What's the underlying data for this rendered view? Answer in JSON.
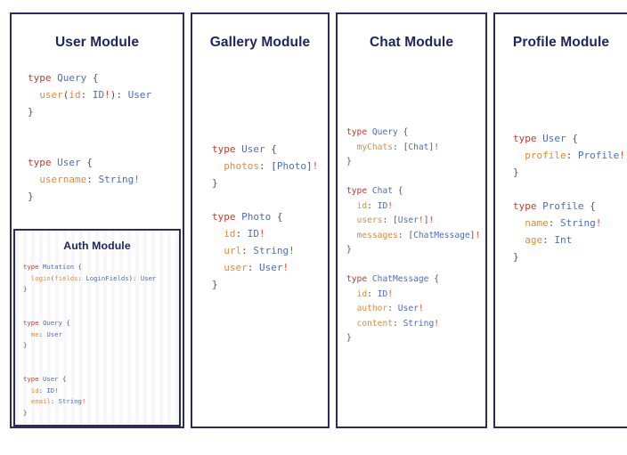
{
  "board": {
    "background": "#ffffff",
    "border_color": "#2b2b5e",
    "title_color": "#1f2560"
  },
  "palette": {
    "keyword": "#c0392b",
    "type_name": "#4a6cc0",
    "field_name": "#e08b3e",
    "punctuation": "#555555",
    "non_null_bang": "#e0452b"
  },
  "modules": [
    {
      "id": "user",
      "title": "User Module",
      "code_lines": [
        [
          [
            "type ",
            "kw"
          ],
          [
            "Query",
            "type"
          ],
          [
            " {",
            "punct"
          ]
        ],
        [
          [
            "  ",
            "punct"
          ],
          [
            "user",
            "field"
          ],
          [
            "(",
            "punct"
          ],
          [
            "id",
            "field"
          ],
          [
            ": ",
            "punct"
          ],
          [
            "ID",
            "type"
          ],
          [
            "!",
            "bang"
          ],
          [
            "): ",
            "punct"
          ],
          [
            "User",
            "type"
          ]
        ],
        [
          [
            "}",
            "punct"
          ]
        ],
        [
          [
            "",
            "punct"
          ]
        ],
        [
          [
            "",
            "punct"
          ]
        ],
        [
          [
            "type ",
            "kw"
          ],
          [
            "User",
            "type"
          ],
          [
            " {",
            "punct"
          ]
        ],
        [
          [
            "  ",
            "punct"
          ],
          [
            "username",
            "field"
          ],
          [
            ": ",
            "punct"
          ],
          [
            "String",
            "type"
          ],
          [
            "!",
            "bang"
          ]
        ],
        [
          [
            "}",
            "punct"
          ]
        ]
      ],
      "nested": {
        "id": "auth",
        "title": "Auth Module",
        "code_lines": [
          [
            [
              "type ",
              "kw"
            ],
            [
              "Mutation",
              "type"
            ],
            [
              " {",
              "punct"
            ]
          ],
          [
            [
              "  ",
              "punct"
            ],
            [
              "login",
              "field"
            ],
            [
              "(",
              "punct"
            ],
            [
              "fields",
              "field"
            ],
            [
              ": ",
              "punct"
            ],
            [
              "LoginFields",
              "type"
            ],
            [
              "): ",
              "punct"
            ],
            [
              "User",
              "type"
            ]
          ],
          [
            [
              "}",
              "punct"
            ]
          ],
          [
            [
              "",
              "punct"
            ]
          ],
          [
            [
              "",
              "punct"
            ]
          ],
          [
            [
              "type ",
              "kw"
            ],
            [
              "Query",
              "type"
            ],
            [
              " {",
              "punct"
            ]
          ],
          [
            [
              "  ",
              "punct"
            ],
            [
              "me",
              "field"
            ],
            [
              ": ",
              "punct"
            ],
            [
              "User",
              "type"
            ]
          ],
          [
            [
              "}",
              "punct"
            ]
          ],
          [
            [
              "",
              "punct"
            ]
          ],
          [
            [
              "",
              "punct"
            ]
          ],
          [
            [
              "type ",
              "kw"
            ],
            [
              "User",
              "type"
            ],
            [
              " {",
              "punct"
            ]
          ],
          [
            [
              "  ",
              "punct"
            ],
            [
              "id",
              "field"
            ],
            [
              ": ",
              "punct"
            ],
            [
              "ID",
              "type"
            ],
            [
              "!",
              "bang"
            ]
          ],
          [
            [
              "  ",
              "punct"
            ],
            [
              "email",
              "field"
            ],
            [
              ": ",
              "punct"
            ],
            [
              "String",
              "type"
            ],
            [
              "!",
              "bang"
            ]
          ],
          [
            [
              "}",
              "punct"
            ]
          ]
        ]
      }
    },
    {
      "id": "gallery",
      "title": "Gallery Module",
      "code_lines": [
        [
          [
            "type ",
            "kw"
          ],
          [
            "User",
            "type"
          ],
          [
            " {",
            "punct"
          ]
        ],
        [
          [
            "  ",
            "punct"
          ],
          [
            "photos",
            "field"
          ],
          [
            ": ",
            "punct"
          ],
          [
            "[",
            "punct"
          ],
          [
            "Photo",
            "type"
          ],
          [
            "]",
            "punct"
          ],
          [
            "!",
            "bang"
          ]
        ],
        [
          [
            "}",
            "punct"
          ]
        ],
        [
          [
            "",
            "punct"
          ]
        ],
        [
          [
            "type ",
            "kw"
          ],
          [
            "Photo",
            "type"
          ],
          [
            " {",
            "punct"
          ]
        ],
        [
          [
            "  ",
            "punct"
          ],
          [
            "id",
            "field"
          ],
          [
            ": ",
            "punct"
          ],
          [
            "ID",
            "type"
          ],
          [
            "!",
            "bang"
          ]
        ],
        [
          [
            "  ",
            "punct"
          ],
          [
            "url",
            "field"
          ],
          [
            ": ",
            "punct"
          ],
          [
            "String",
            "type"
          ],
          [
            "!",
            "bang"
          ]
        ],
        [
          [
            "  ",
            "punct"
          ],
          [
            "user",
            "field"
          ],
          [
            ": ",
            "punct"
          ],
          [
            "User",
            "type"
          ],
          [
            "!",
            "bang"
          ]
        ],
        [
          [
            "}",
            "punct"
          ]
        ]
      ]
    },
    {
      "id": "chat",
      "title": "Chat Module",
      "code_lines": [
        [
          [
            "type ",
            "kw"
          ],
          [
            "Query",
            "type"
          ],
          [
            " {",
            "punct"
          ]
        ],
        [
          [
            "  ",
            "punct"
          ],
          [
            "myChats",
            "field"
          ],
          [
            ": ",
            "punct"
          ],
          [
            "[",
            "punct"
          ],
          [
            "Chat",
            "type"
          ],
          [
            "]",
            "punct"
          ],
          [
            "!",
            "bang"
          ]
        ],
        [
          [
            "}",
            "punct"
          ]
        ],
        [
          [
            "",
            "punct"
          ]
        ],
        [
          [
            "type ",
            "kw"
          ],
          [
            "Chat",
            "type"
          ],
          [
            " {",
            "punct"
          ]
        ],
        [
          [
            "  ",
            "punct"
          ],
          [
            "id",
            "field"
          ],
          [
            ": ",
            "punct"
          ],
          [
            "ID",
            "type"
          ],
          [
            "!",
            "bang"
          ]
        ],
        [
          [
            "  ",
            "punct"
          ],
          [
            "users",
            "field"
          ],
          [
            ": ",
            "punct"
          ],
          [
            "[",
            "punct"
          ],
          [
            "User",
            "type"
          ],
          [
            "!",
            "bang"
          ],
          [
            "]",
            "punct"
          ],
          [
            "!",
            "bang"
          ]
        ],
        [
          [
            "  ",
            "punct"
          ],
          [
            "messages",
            "field"
          ],
          [
            ": ",
            "punct"
          ],
          [
            "[",
            "punct"
          ],
          [
            "ChatMessage",
            "type"
          ],
          [
            "]",
            "punct"
          ],
          [
            "!",
            "bang"
          ]
        ],
        [
          [
            "}",
            "punct"
          ]
        ],
        [
          [
            "",
            "punct"
          ]
        ],
        [
          [
            "type ",
            "kw"
          ],
          [
            "ChatMessage",
            "type"
          ],
          [
            " {",
            "punct"
          ]
        ],
        [
          [
            "  ",
            "punct"
          ],
          [
            "id",
            "field"
          ],
          [
            ": ",
            "punct"
          ],
          [
            "ID",
            "type"
          ],
          [
            "!",
            "bang"
          ]
        ],
        [
          [
            "  ",
            "punct"
          ],
          [
            "author",
            "field"
          ],
          [
            ": ",
            "punct"
          ],
          [
            "User",
            "type"
          ],
          [
            "!",
            "bang"
          ]
        ],
        [
          [
            "  ",
            "punct"
          ],
          [
            "content",
            "field"
          ],
          [
            ": ",
            "punct"
          ],
          [
            "String",
            "type"
          ],
          [
            "!",
            "bang"
          ]
        ],
        [
          [
            "}",
            "punct"
          ]
        ]
      ]
    },
    {
      "id": "profile",
      "title": "Profile Module",
      "code_lines": [
        [
          [
            "type ",
            "kw"
          ],
          [
            "User",
            "type"
          ],
          [
            " {",
            "punct"
          ]
        ],
        [
          [
            "  ",
            "punct"
          ],
          [
            "profile",
            "field"
          ],
          [
            ": ",
            "punct"
          ],
          [
            "Profile",
            "type"
          ],
          [
            "!",
            "bang"
          ]
        ],
        [
          [
            "}",
            "punct"
          ]
        ],
        [
          [
            "",
            "punct"
          ]
        ],
        [
          [
            "type ",
            "kw"
          ],
          [
            "Profile",
            "type"
          ],
          [
            " {",
            "punct"
          ]
        ],
        [
          [
            "  ",
            "punct"
          ],
          [
            "name",
            "field"
          ],
          [
            ": ",
            "punct"
          ],
          [
            "String",
            "type"
          ],
          [
            "!",
            "bang"
          ]
        ],
        [
          [
            "  ",
            "punct"
          ],
          [
            "age",
            "field"
          ],
          [
            ": ",
            "punct"
          ],
          [
            "Int",
            "type"
          ]
        ],
        [
          [
            "}",
            "punct"
          ]
        ]
      ]
    }
  ]
}
